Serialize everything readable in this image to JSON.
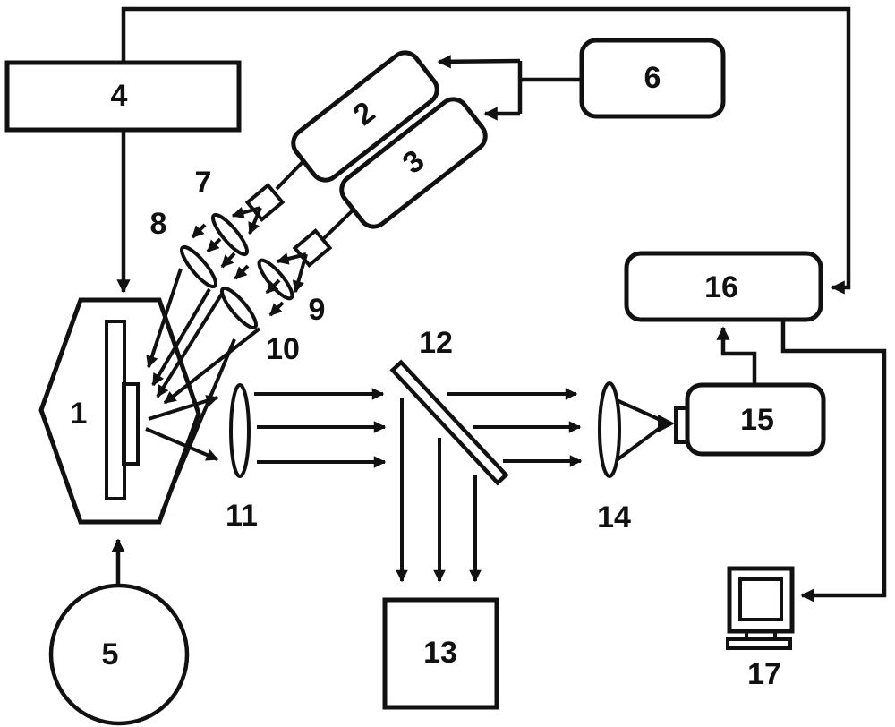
{
  "diagram_type": "optical-system-block-diagram",
  "colors": {
    "stroke": "#111111",
    "background": "#ffffff"
  },
  "labels": {
    "sample_chamber": "1",
    "laser_a": "2",
    "laser_b": "3",
    "controller_top": "4",
    "pump_source": "5",
    "power_supply": "6",
    "expander_lens_a": "7",
    "focus_lens_a": "8",
    "expander_lens_b": "9",
    "focus_lens_b": "10",
    "collection_lens": "11",
    "beam_splitter": "12",
    "detector_bottom": "13",
    "focus_cone_lens": "14",
    "detector_right": "15",
    "control_unit": "16",
    "computer": "17"
  }
}
